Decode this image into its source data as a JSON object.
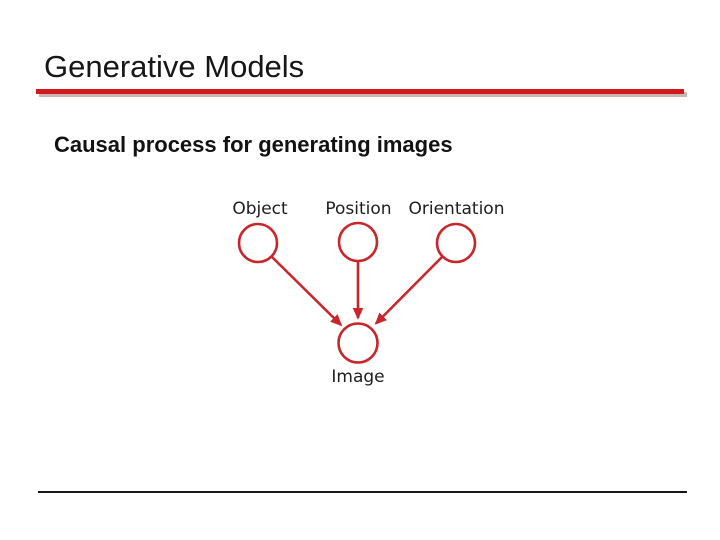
{
  "slide": {
    "title": "Generative Models",
    "subtitle": "Causal process for generating images"
  },
  "diagram": {
    "type": "causal-graph",
    "nodes": [
      {
        "id": "object",
        "label": "Object"
      },
      {
        "id": "position",
        "label": "Position"
      },
      {
        "id": "orientation",
        "label": "Orientation"
      },
      {
        "id": "image",
        "label": "Image"
      }
    ],
    "edges": [
      {
        "from": "object",
        "to": "image"
      },
      {
        "from": "position",
        "to": "image"
      },
      {
        "from": "orientation",
        "to": "image"
      }
    ]
  },
  "colors": {
    "diagram_red": "#c8262a",
    "title_underline": "#d4191c",
    "underline_shadow": "#9e7878",
    "text": "#161616"
  }
}
